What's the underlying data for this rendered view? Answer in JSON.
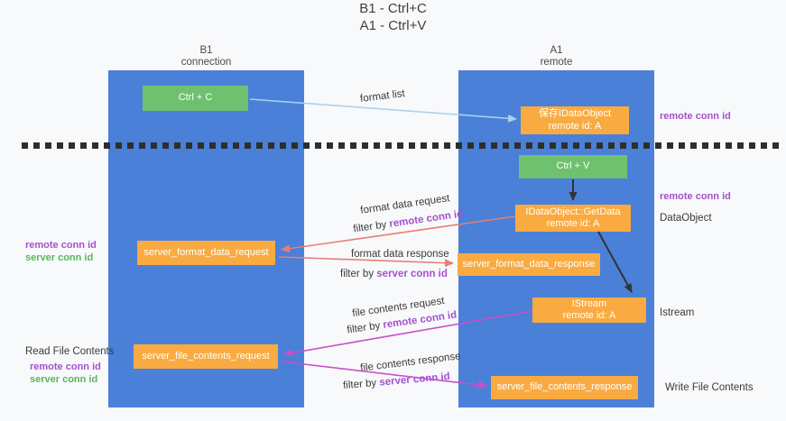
{
  "title": {
    "line1": "B1 - Ctrl+C",
    "line2": "A1 - Ctrl+V"
  },
  "lanes": {
    "left": {
      "title": "B1",
      "subtitle": "connection"
    },
    "right": {
      "title": "A1",
      "subtitle": "remote"
    }
  },
  "nodes": {
    "ctrl_c": {
      "label": "Ctrl + C"
    },
    "ctrl_v": {
      "label": "Ctrl + V"
    },
    "save_dataobject": {
      "line1": "保存IDataObject",
      "line2": "remote id: A"
    },
    "getdata": {
      "line1": "IDataObject::GetData",
      "line2": "remote id: A"
    },
    "istream": {
      "line1": "IStream",
      "line2": "remote id: A"
    },
    "server_format_data_request": {
      "label": "server_format_data_request"
    },
    "server_format_data_response": {
      "label": "server_format_data_response"
    },
    "server_file_contents_request": {
      "label": "server_file_contents_request"
    },
    "server_file_contents_response": {
      "label": "server_file_contents_response"
    }
  },
  "flow_labels": {
    "format_list": "format list",
    "format_data_request": "format data request",
    "format_data_response": "format data response",
    "file_contents_request": "file contents request",
    "file_contents_response": "file contents response",
    "filter_by": "filter by",
    "remote_conn_id": "remote conn id",
    "server_conn_id": "server conn id"
  },
  "side_labels": {
    "remote_conn_id": "remote conn id",
    "server_conn_id": "server conn id",
    "dataobject": "DataObject",
    "istream": "Istream",
    "read_file_contents": "Read File Contents",
    "write_file_contents": "Write File Contents"
  },
  "colors": {
    "lane_blue": "#4a80d8",
    "node_green": "#6fc06f",
    "node_orange": "#f9ab41",
    "remote_conn_id_purple": "#a351cf",
    "server_conn_id_green": "#57b757",
    "arrow_light_blue": "#a9d1f0",
    "arrow_salmon": "#e87d74",
    "arrow_magenta": "#c94fc9",
    "arrow_black": "#333333",
    "dashed_line": "#2e2e2e",
    "background": "#f8f9fb"
  }
}
